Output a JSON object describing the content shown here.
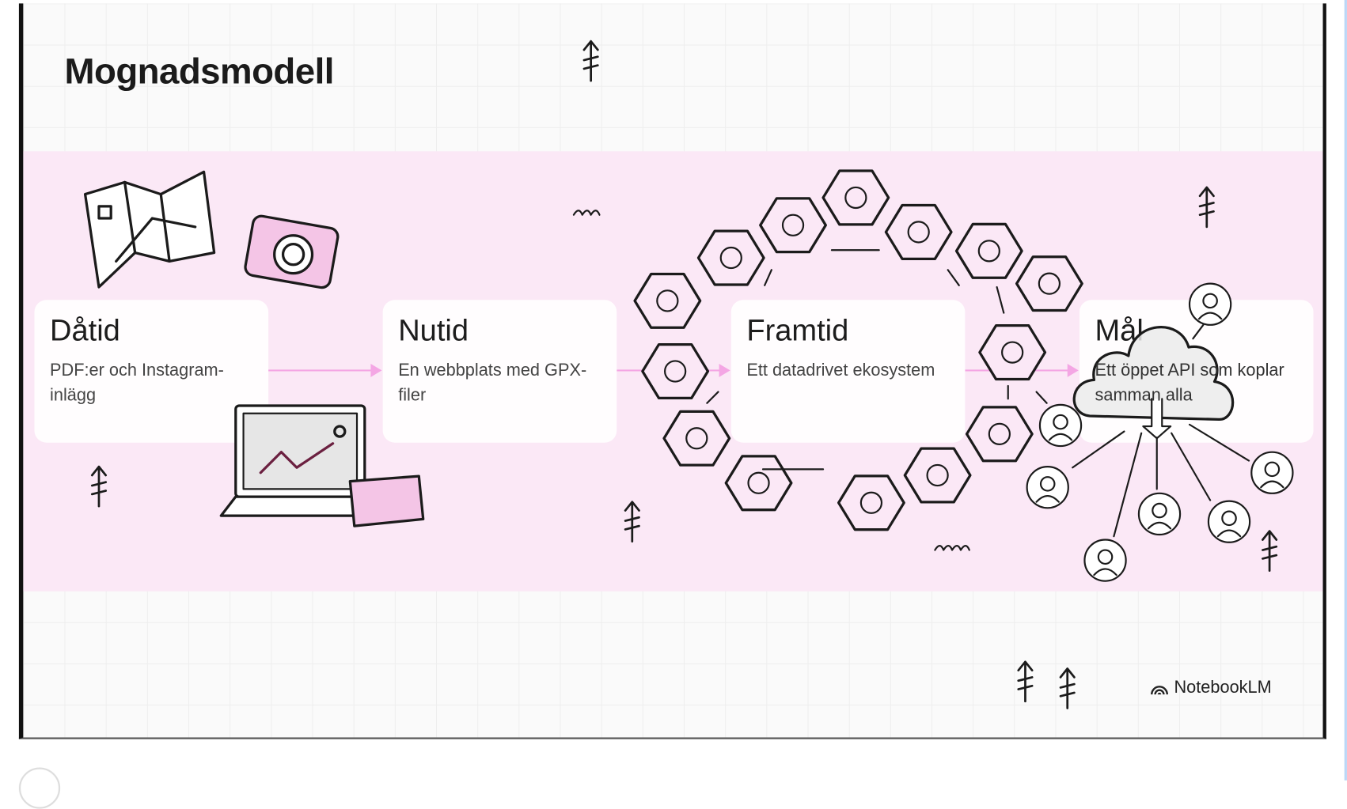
{
  "slide": {
    "title": "Mognadsmodell",
    "stages": [
      {
        "title": "Dåtid",
        "text": "PDF:er och Instagram-inlägg"
      },
      {
        "title": "Nutid",
        "text": "En webbplats med GPX-filer"
      },
      {
        "title": "Framtid",
        "text": "Ett datadrivet ekosystem"
      },
      {
        "title": "Mål",
        "text": "Ett öppet API som koplar samman alla"
      }
    ],
    "brand": "NotebookLM"
  },
  "colors": {
    "band": "#fbe8f6",
    "arrow": "#f4a6e4",
    "ink": "#1b1b1b"
  }
}
